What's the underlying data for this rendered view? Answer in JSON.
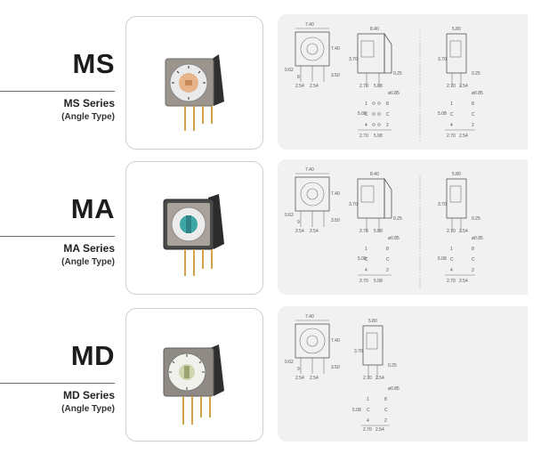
{
  "rows": [
    {
      "code": "MS",
      "name": "MS Series",
      "type": "(Angle Type)",
      "rotor_color": "#e7b48a",
      "top_dims": [
        "7.40",
        "0.62",
        "8",
        "2.54",
        "2.54",
        "7.40",
        "3.50"
      ],
      "side_dims": [
        "8.40",
        "3.70",
        "2.70",
        "5.08",
        "0.25"
      ],
      "side2_dims": [
        "5.80",
        "3.70",
        "2.70",
        "2.54",
        "0.25"
      ],
      "pcb_dims": [
        "5.08",
        "2.70",
        "5.08",
        "ø0.85"
      ],
      "pcb2_dims": [
        "5.08",
        "2.70",
        "2.54",
        "ø0.85"
      ],
      "pin_labels": [
        "1",
        "8",
        "C",
        "C",
        "4",
        "2"
      ]
    },
    {
      "code": "MA",
      "name": "MA Series",
      "type": "(Angle Type)",
      "rotor_color": "#3fa6a8",
      "top_dims": [
        "7.40",
        "0.62",
        "9",
        "2.54",
        "2.54",
        "7.40",
        "3.50"
      ],
      "side_dims": [
        "8.40",
        "3.70",
        "2.70",
        "5.08",
        "0.25"
      ],
      "side2_dims": [
        "5.80",
        "3.70",
        "2.70",
        "2.54",
        "0.25"
      ],
      "pcb_dims": [
        "5.08",
        "2.70",
        "5.08",
        "ø0.85"
      ],
      "pcb2_dims": [
        "5.08",
        "2.70",
        "2.54",
        "ø0.85"
      ],
      "pin_labels": [
        "1",
        "8",
        "C",
        "C",
        "4",
        "2"
      ]
    },
    {
      "code": "MD",
      "name": "MD Series",
      "type": "(Angle Type)",
      "rotor_color": "#cfd6b0",
      "top_dims": [
        "7.40",
        "0.62",
        "9",
        "2.54",
        "2.54",
        "7.40",
        "3.50"
      ],
      "side_dims": [
        "5.80",
        "3.70",
        "2.70",
        "2.54",
        "0.25"
      ],
      "pcb_dims": [
        "5.08",
        "2.70",
        "2.54",
        "ø0.85"
      ],
      "pin_labels": [
        "1",
        "8",
        "C",
        "C",
        "4",
        "2"
      ]
    }
  ]
}
